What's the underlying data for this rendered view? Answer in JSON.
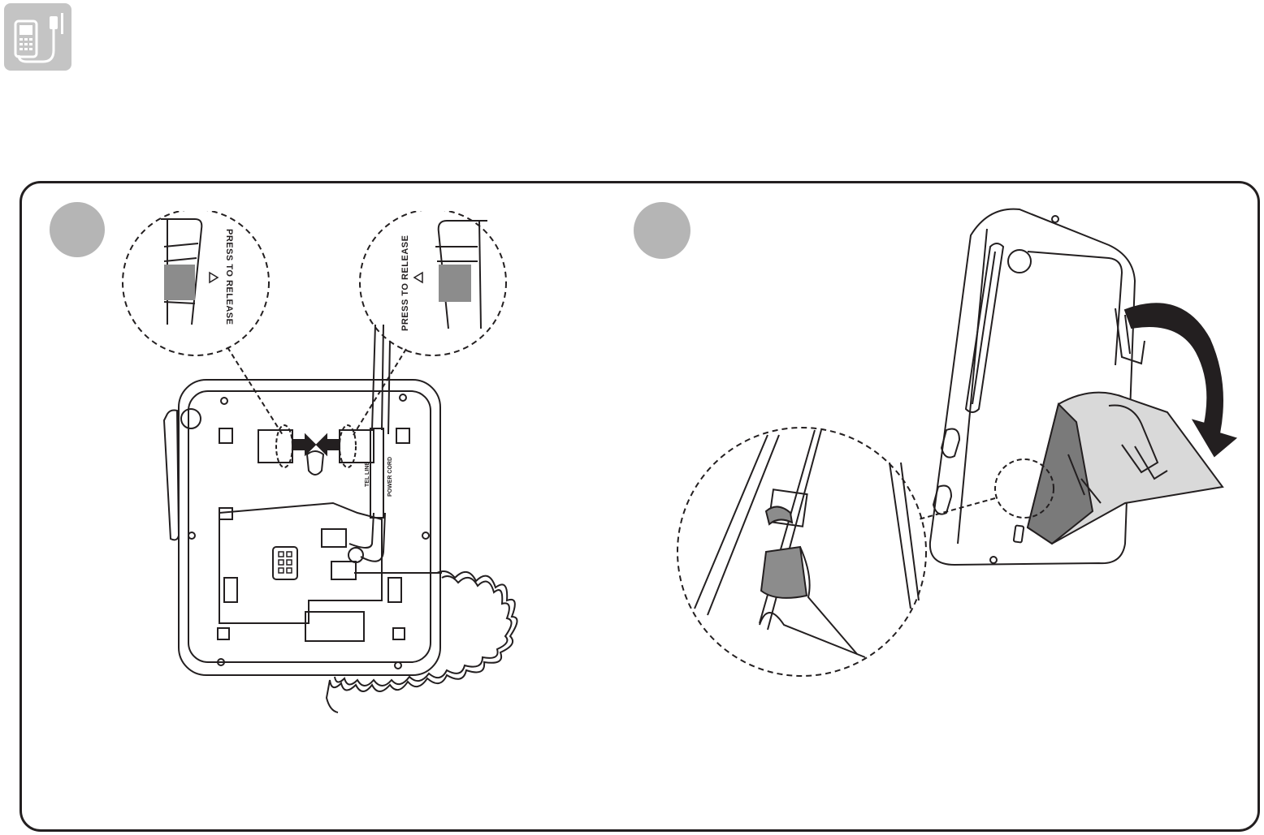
{
  "colors": {
    "icon_bg": "#c4c4c4",
    "step_badge": "#b5b5b5",
    "ink": "#231f20",
    "latch_gray": "#8c8c8c",
    "bracket_fill": "#7a7a7a",
    "bracket_light": "#d9d9d9"
  },
  "section_icon": {
    "name": "phone-power-adapter-icon"
  },
  "steps": [
    {
      "number": ""
    },
    {
      "number": ""
    }
  ],
  "step1": {
    "callout_left_text": "PRESS TO RELEASE",
    "callout_right_text": "PRESS TO RELEASE",
    "port_label_line": "TEL LINE",
    "port_label_power": "POWER CORD"
  }
}
